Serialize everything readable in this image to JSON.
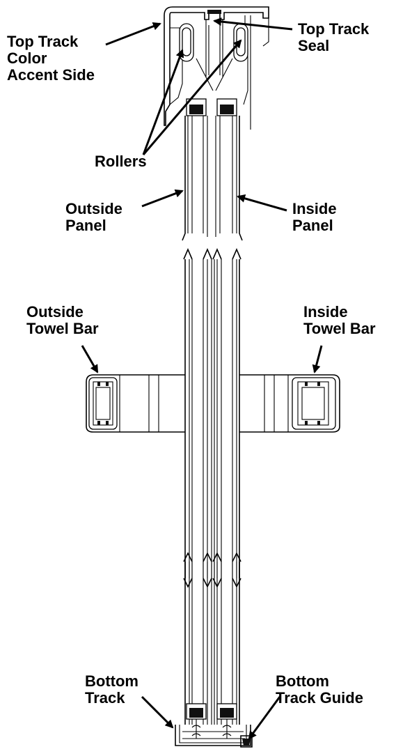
{
  "labels": {
    "top_track_color_accent_side": [
      "Top Track",
      "Color",
      "Accent Side"
    ],
    "top_track_seal": [
      "Top Track",
      "Seal"
    ],
    "rollers": "Rollers",
    "outside_panel": [
      "Outside",
      "Panel"
    ],
    "inside_panel": [
      "Inside",
      "Panel"
    ],
    "outside_towel_bar": [
      "Outside",
      "Towel Bar"
    ],
    "inside_towel_bar": [
      "Inside",
      "Towel Bar"
    ],
    "bottom_track": [
      "Bottom",
      "Track"
    ],
    "bottom_track_guide": [
      "Bottom",
      "Track Guide"
    ]
  },
  "colors": {
    "ink": "#000000",
    "background": "#ffffff"
  }
}
